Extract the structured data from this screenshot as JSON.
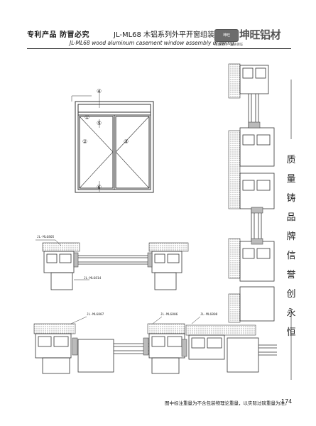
{
  "header": {
    "left_text": "专利产品 防冒必究",
    "title_cn": "JL-ML68 木铝系列外平开窗组装图",
    "title_en": "JL-ML68 wood aluminum casement window assembly drawing",
    "brand_name": "坤旺铝材",
    "brand_sub": "精品铝材 · 品质保证",
    "logo_text": "坤旺"
  },
  "window_labels": [
    "①",
    "②",
    "③",
    "④",
    "⑤",
    "⑥"
  ],
  "profile_tags": {
    "tag_a": "JL-ML6805",
    "tag_b": "JL-ML6814",
    "tag_c": "JL-ML6807",
    "tag_d": "JL-ML6806",
    "tag_e": "JL-ML6808"
  },
  "slogan": [
    "质",
    "量",
    "铸",
    "品",
    "牌",
    "信",
    "誉",
    "创",
    "永",
    "恒"
  ],
  "footer": {
    "note": "图中标注重量为不含包装物理论重量，以实际过磅重量为准。",
    "page_number": "174"
  },
  "colors": {
    "line": "#333333",
    "hatch": "#9a9a9a",
    "fill": "#d8d8d8"
  }
}
